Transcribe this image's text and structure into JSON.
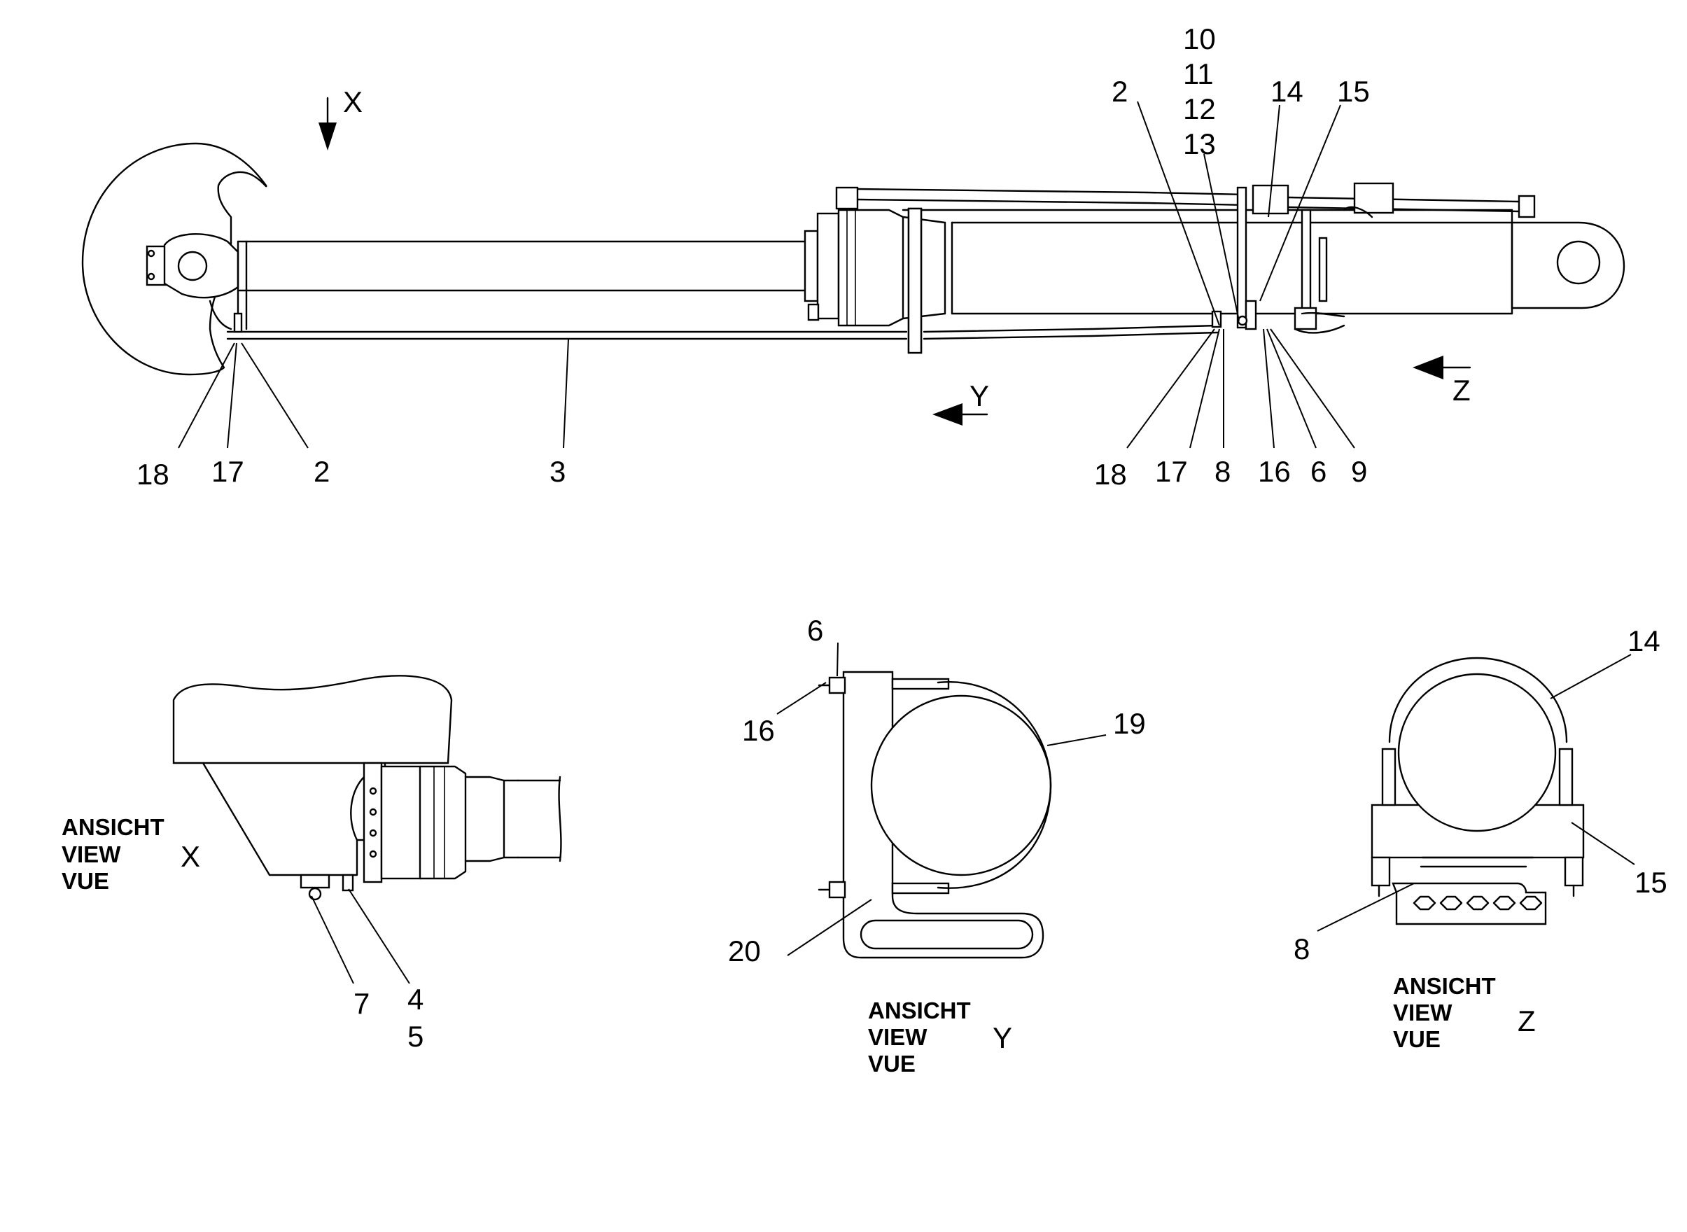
{
  "callouts": {
    "c2_left": "2",
    "c3": "3",
    "c17_left": "17",
    "c18_left": "18",
    "c2_right": "2",
    "c10": "10",
    "c11": "11",
    "c12": "12",
    "c13": "13",
    "c14_top": "14",
    "c15_top": "15",
    "c18_right": "18",
    "c17_right": "17",
    "c8_top": "8",
    "c16_top": "16",
    "c6_top": "6",
    "c9": "9",
    "c7": "7",
    "c4": "4",
    "c5": "5",
    "c6_y": "6",
    "c16_y": "16",
    "c19": "19",
    "c20": "20",
    "c14_z": "14",
    "c15_z": "15",
    "c8_z": "8"
  },
  "view_markers": {
    "x": "X",
    "y": "Y",
    "z": "Z"
  },
  "views": {
    "x": {
      "line1": "ANSICHT",
      "line2": "VIEW",
      "line3": "VUE",
      "letter": "X"
    },
    "y": {
      "line1": "ANSICHT",
      "line2": "VIEW",
      "line3": "VUE",
      "letter": "Y"
    },
    "z": {
      "line1": "ANSICHT",
      "line2": "VIEW",
      "line3": "VUE",
      "letter": "Z"
    }
  }
}
